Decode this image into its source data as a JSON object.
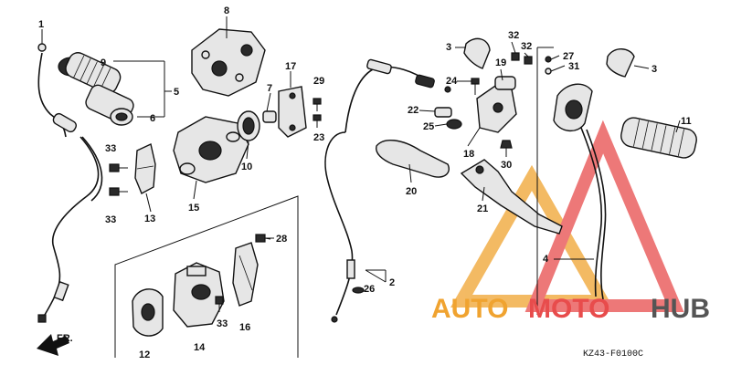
{
  "callouts": [
    "1",
    "9",
    "8",
    "5",
    "6",
    "7",
    "17",
    "29",
    "33",
    "33",
    "10",
    "23",
    "13",
    "15",
    "2",
    "3",
    "24",
    "32",
    "32",
    "19",
    "27",
    "31",
    "3",
    "22",
    "25",
    "18",
    "30",
    "20",
    "21",
    "11",
    "4",
    "28",
    "26",
    "12",
    "14",
    "33",
    "16"
  ],
  "diagram_code": "KZ43-F0100C",
  "direction_label": "FR.",
  "watermark": {
    "part1": "AUTO",
    "part2": "MOTO",
    "part3": "HUB",
    "colors": {
      "auto": "#f0a330",
      "moto": "#e84c4c",
      "hub": "#555555"
    }
  },
  "icons": [
    "forward-arrow-icon",
    "watermark-logo"
  ]
}
